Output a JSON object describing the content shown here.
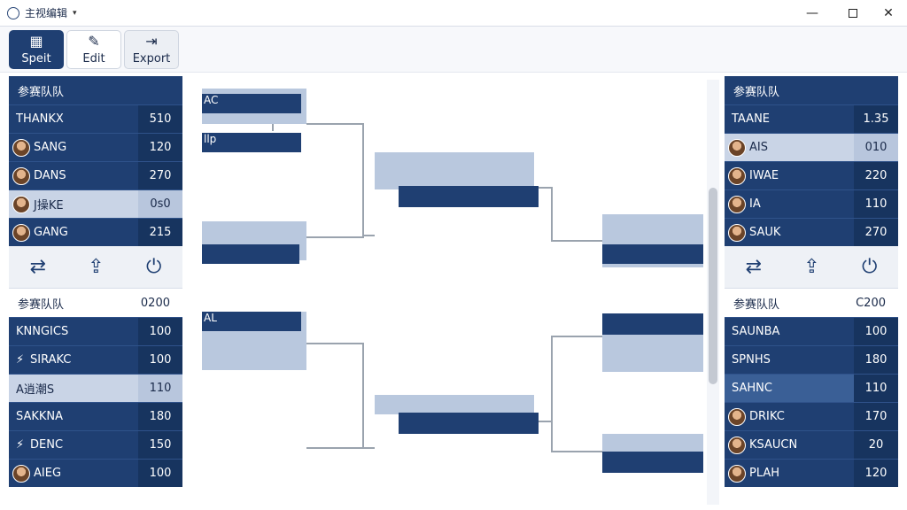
{
  "window": {
    "title": "主视编辑",
    "controls": {
      "minimize": "—",
      "maximize": "",
      "close": "✕"
    }
  },
  "toolbar": {
    "split_label": "Speit",
    "edit_label": "Edit",
    "export_label": "Export",
    "split_icon": "▦",
    "edit_icon": "✎",
    "export_icon": "⇥"
  },
  "left_panel": {
    "group1": {
      "title": "参赛队队",
      "rows": [
        {
          "name": "THANKX",
          "score": "510",
          "style": "dark",
          "avatar": false,
          "bolt": false
        },
        {
          "name": "SANG",
          "score": "120",
          "style": "dark",
          "avatar": true,
          "bolt": false
        },
        {
          "name": "DANS",
          "score": "270",
          "style": "dark",
          "avatar": true,
          "bolt": false
        },
        {
          "name": "J操KE",
          "score": "0s0",
          "style": "light",
          "avatar": true,
          "bolt": false
        },
        {
          "name": "GANG",
          "score": "215",
          "style": "dark",
          "avatar": true,
          "bolt": false
        }
      ]
    },
    "actions": {
      "swap_icon": "⇄",
      "share_icon": "⇪",
      "power_icon": "⏻"
    },
    "group2": {
      "title": "参赛队队",
      "value": "0200",
      "rows": [
        {
          "name": "KNNGICS",
          "score": "100",
          "style": "dark",
          "avatar": false,
          "bolt": false
        },
        {
          "name": "SIRAKC",
          "score": "100",
          "style": "dark",
          "avatar": false,
          "bolt": true
        },
        {
          "name": "A逍潮S",
          "score": "110",
          "style": "light",
          "avatar": false,
          "bolt": false
        },
        {
          "name": "SAKKNA",
          "score": "180",
          "style": "dark",
          "avatar": false,
          "bolt": false
        },
        {
          "name": "DENC",
          "score": "150",
          "style": "dark",
          "avatar": false,
          "bolt": true
        },
        {
          "name": "AIEG",
          "score": "100",
          "style": "dark",
          "avatar": true,
          "bolt": false
        }
      ]
    }
  },
  "right_panel": {
    "group1": {
      "title": "参赛队队",
      "rows": [
        {
          "name": "TAANE",
          "score": "1.35",
          "style": "dark",
          "avatar": false,
          "bolt": false
        },
        {
          "name": "AIS",
          "score": "010",
          "style": "light",
          "avatar": true,
          "bolt": false
        },
        {
          "name": "IWAE",
          "score": "220",
          "style": "dark",
          "avatar": true,
          "bolt": false
        },
        {
          "name": "IA",
          "score": "110",
          "style": "dark",
          "avatar": true,
          "bolt": false
        },
        {
          "name": "SAUK",
          "score": "270",
          "style": "dark",
          "avatar": true,
          "bolt": false
        }
      ]
    },
    "actions": {
      "swap_icon": "⇄",
      "share_icon": "⇪",
      "power_icon": "⏻"
    },
    "group2": {
      "title": "参赛队队",
      "value": "C200",
      "rows": [
        {
          "name": "SAUNBA",
          "score": "100",
          "style": "dark",
          "avatar": false,
          "bolt": false
        },
        {
          "name": "SPNHS",
          "score": "180",
          "style": "dark",
          "avatar": false,
          "bolt": false
        },
        {
          "name": "SAHNC",
          "score": "110",
          "style": "mid",
          "avatar": false,
          "bolt": false
        },
        {
          "name": "DRIKC",
          "score": "170",
          "style": "dark",
          "avatar": true,
          "bolt": false
        },
        {
          "name": "KSAUCN",
          "score": "20",
          "style": "dark",
          "avatar": true,
          "bolt": false
        },
        {
          "name": "PLAH",
          "score": "120",
          "style": "dark",
          "avatar": true,
          "bolt": false
        }
      ]
    }
  },
  "bracket": {
    "labels": {
      "r1a": "AC",
      "r1b": "llp",
      "r3a": "AL"
    }
  },
  "colors": {
    "primary": "#1f3f72",
    "light_row": "#c9d4e6",
    "bracket_light": "#b9c8de",
    "connector": "#9aa3ae"
  }
}
